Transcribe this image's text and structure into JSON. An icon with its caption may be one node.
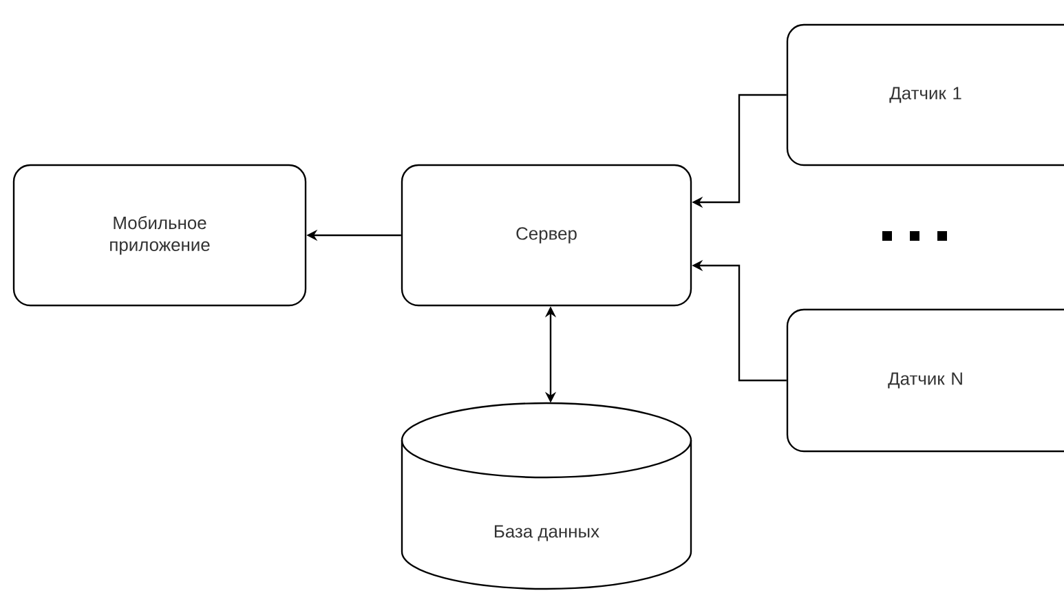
{
  "diagram": {
    "nodes": [
      {
        "text": [
          "Мобильное приложение"
        ]
      },
      {
        "text": [
          "Сервер"
        ]
      },
      {
        "text": [
          "Датчик 1"
        ]
      },
      {
        "text": [
          "Датчик N"
        ]
      },
      {
        "text": [
          "База данных"
        ]
      }
    ],
    "edges": [
      {
        "from": 1,
        "to": 0,
        "arrow": "to"
      },
      {
        "from": 2,
        "to": 1,
        "arrow": "to"
      },
      {
        "from": 3,
        "to": 1,
        "arrow": "to"
      },
      {
        "from": 1,
        "to": 4,
        "arrow": "both"
      }
    ]
  }
}
